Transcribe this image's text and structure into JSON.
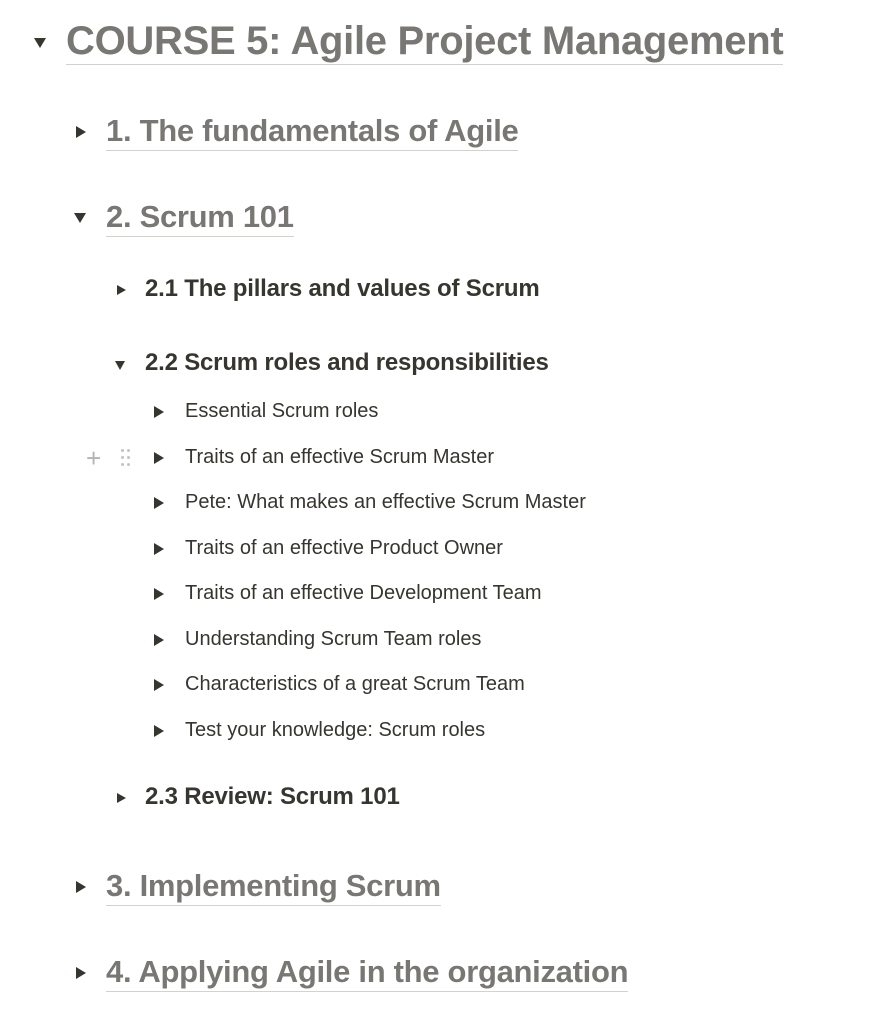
{
  "title": "COURSE 5: Agile Project Management",
  "sections": [
    {
      "label": "1. The fundamentals of Agile",
      "expanded": false
    },
    {
      "label": "2. Scrum 101",
      "expanded": true
    },
    {
      "label": "3. Implementing Scrum",
      "expanded": false
    },
    {
      "label": "4. Applying Agile in the organization",
      "expanded": false
    }
  ],
  "subsections": [
    {
      "label": "2.1 The pillars and values of Scrum",
      "expanded": false
    },
    {
      "label": "2.2 Scrum roles and responsibilities",
      "expanded": true
    },
    {
      "label": "2.3 Review: Scrum 101",
      "expanded": false
    }
  ],
  "items": [
    "Essential Scrum roles",
    "Traits of an effective Scrum Master",
    "Pete: What makes an effective Scrum Master",
    "Traits of an effective Product Owner",
    "Traits of an effective Development Team",
    "Understanding Scrum Team roles",
    "Characteristics of a great Scrum Team",
    "Test your knowledge: Scrum roles"
  ],
  "block_handle_icons": [
    "plus-icon",
    "drag-handle-icon"
  ]
}
